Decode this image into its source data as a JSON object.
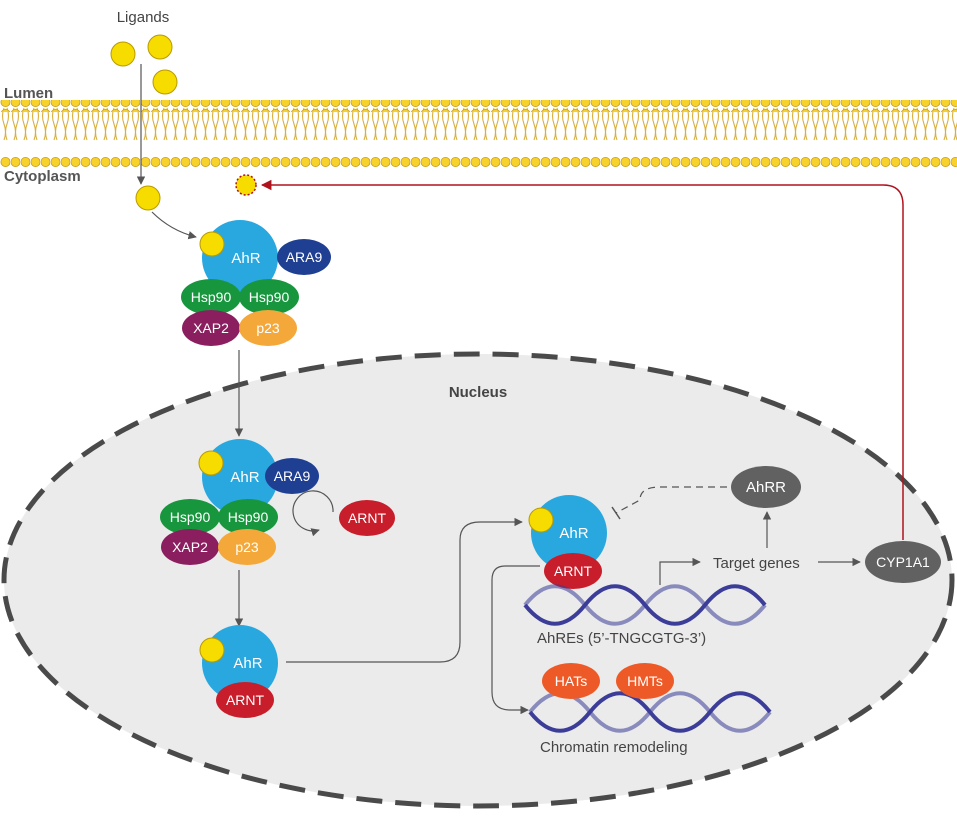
{
  "labels": {
    "ligands": "Ligands",
    "lumen": "Lumen",
    "cytoplasm": "Cytoplasm",
    "nucleus": "Nucleus",
    "target_genes": "Target genes",
    "ahres": "AhREs (5’-TNGCGTG-3’)",
    "chromatin": "Chromatin remodeling"
  },
  "proteins": {
    "ahr": "AhR",
    "ara9": "ARA9",
    "hsp90": "Hsp90",
    "xap2": "XAP2",
    "p23": "p23",
    "arnt": "ARNT",
    "ahrr": "AhRR",
    "cyp1a1": "CYP1A1",
    "hats": "HATs",
    "hmts": "HMTs"
  },
  "colors": {
    "ligand": "#f7dc00",
    "ahr": "#29a8e0",
    "ara9": "#1f3f93",
    "hsp90": "#17963e",
    "xap2": "#8a1e5e",
    "p23": "#f4a83a",
    "arnt": "#c81e2b",
    "gray_protein": "#616161",
    "remodeler": "#ee5a27",
    "dna": "#3b3d98",
    "feedback_arrow": "#b0121e",
    "nucleus_fill": "#ebebeb"
  }
}
